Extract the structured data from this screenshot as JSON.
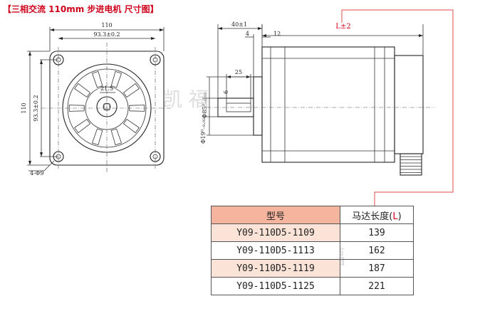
{
  "title": "【三相交流 110mm 步进电机  尺寸图】",
  "front_view": {
    "dims": {
      "width_total": "110",
      "bolt_pitch_h": "93.3±0.2",
      "height_total": "110",
      "bolt_pitch_v": "93.3±0.2",
      "shaft_flat": "21.5",
      "holes": "4-Φ9"
    }
  },
  "side_view": {
    "dims": {
      "boss_length": "40±1",
      "flange_thk": "4",
      "pilot_len": "12",
      "key_len": "25",
      "key_width": "6",
      "pilot_dia": "Φ85⁰₋₀.₀₃",
      "shaft_dia": "Φ19⁰₋₀.₀₂",
      "motor_length": "L±2"
    }
  },
  "table": {
    "header_model": "型号",
    "header_length_prefix": "马达长度(",
    "header_length_L": "L",
    "header_length_suffix": ")",
    "rows": [
      {
        "model": "Y09-110D5-1109",
        "length": "139"
      },
      {
        "model": "Y09-110D5-1113",
        "length": "162"
      },
      {
        "model": "Y09-110D5-1119",
        "length": "187"
      },
      {
        "model": "Y09-110D5-1125",
        "length": "221"
      }
    ]
  },
  "watermark": {
    "text1": "凯 福",
    "text2": "凯 福"
  },
  "colors": {
    "accent_red": "#d0021b",
    "table_header_bg": "#f5b49e",
    "table_alt_bg": "#fbe3d8",
    "leader_line": "#e04b4b"
  }
}
